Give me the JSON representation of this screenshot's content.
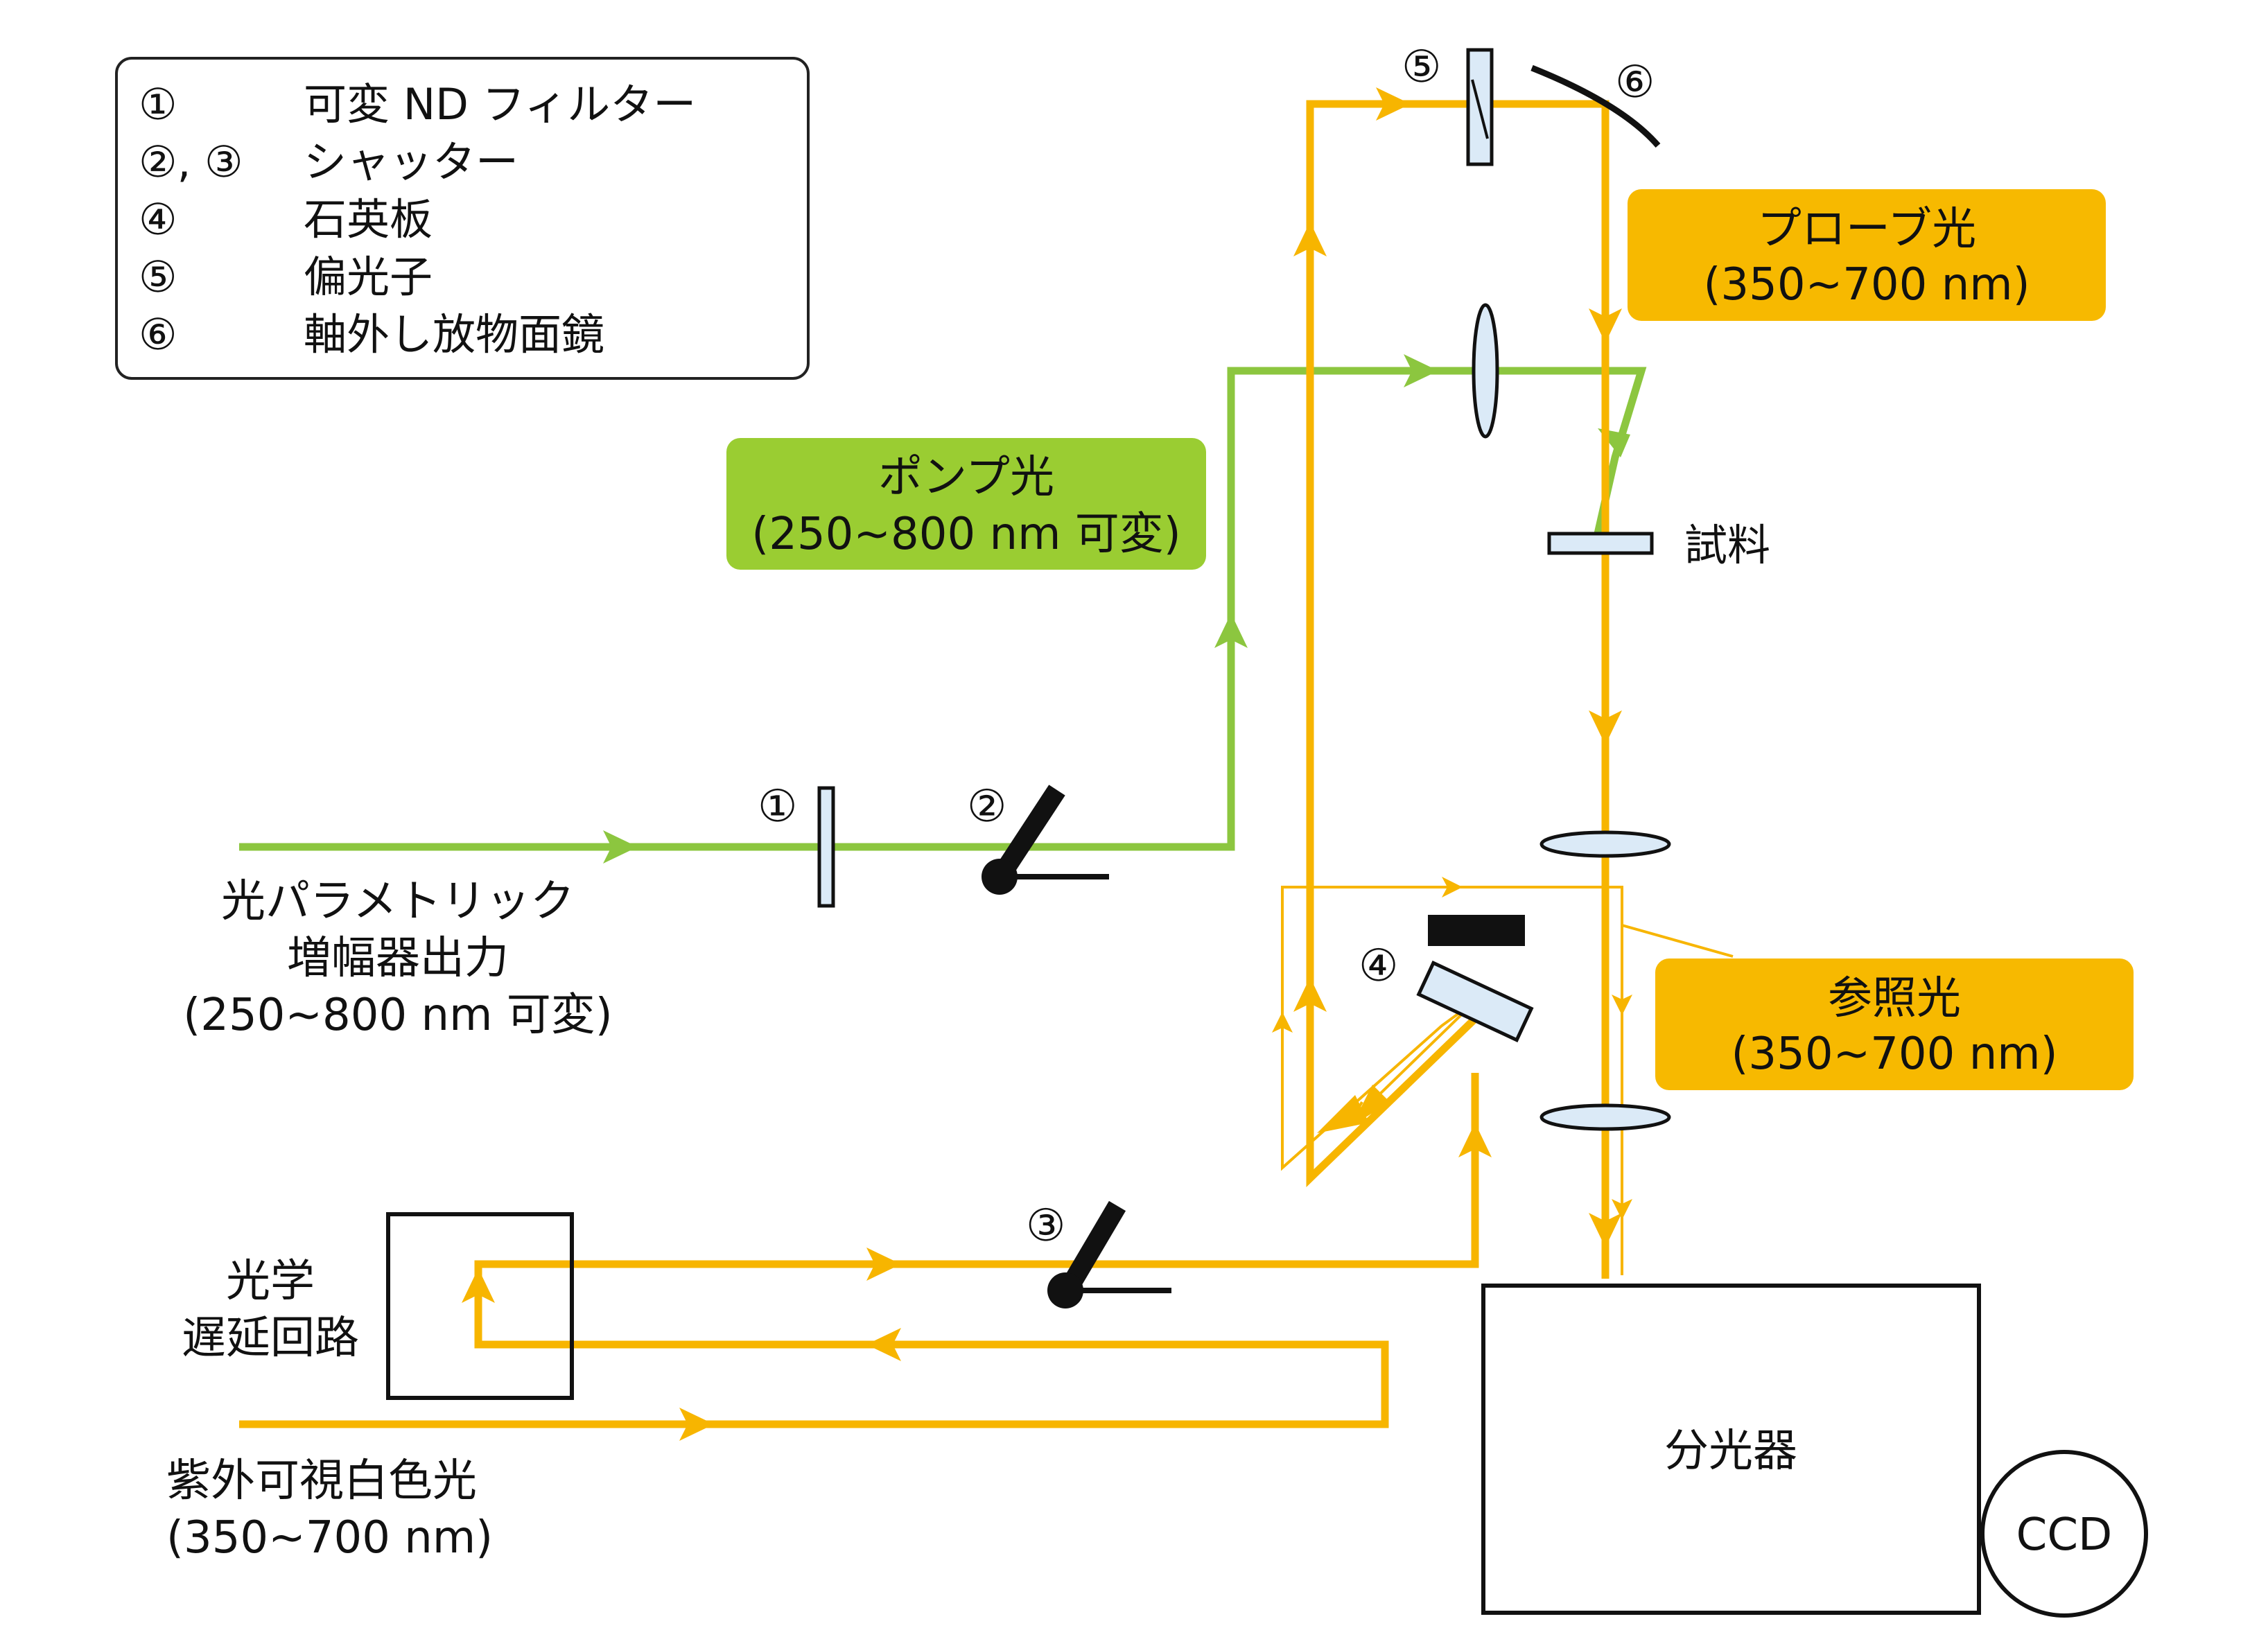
{
  "colors": {
    "pump": "#8cc63f",
    "probe": "#f7b500",
    "pump_label_bg": "#9acd32",
    "probe_label_bg": "#f7b900",
    "optic_fill": "#dbeaf7",
    "dark": "#111111"
  },
  "legend": {
    "items": [
      {
        "num": "①",
        "text": "可変 ND フィルター"
      },
      {
        "num": "②, ③",
        "text": "シャッター"
      },
      {
        "num": "④",
        "text": "石英板"
      },
      {
        "num": "⑤",
        "text": "偏光子"
      },
      {
        "num": "⑥",
        "text": "軸外し放物面鏡"
      }
    ]
  },
  "labels": {
    "pump": {
      "line1": "ポンプ光",
      "line2": "(250~800 nm 可変)"
    },
    "probe": {
      "line1": "プローブ光",
      "line2": "(350~700 nm)"
    },
    "reference": {
      "line1": "参照光",
      "line2": "(350~700 nm)"
    },
    "opa": {
      "line1": "光パラメトリック",
      "line2": "増幅器出力",
      "line3": "(250~800 nm 可変)"
    },
    "white": {
      "line1": "紫外可視白色光",
      "line2": "(350~700 nm)"
    },
    "delay": {
      "line1": "光学",
      "line2": "遅延回路"
    },
    "sample": "試料",
    "spectrometer": "分光器",
    "ccd": "CCD"
  },
  "markers": {
    "m1": "①",
    "m2": "②",
    "m3": "③",
    "m4": "④",
    "m5": "⑤",
    "m6": "⑥"
  }
}
